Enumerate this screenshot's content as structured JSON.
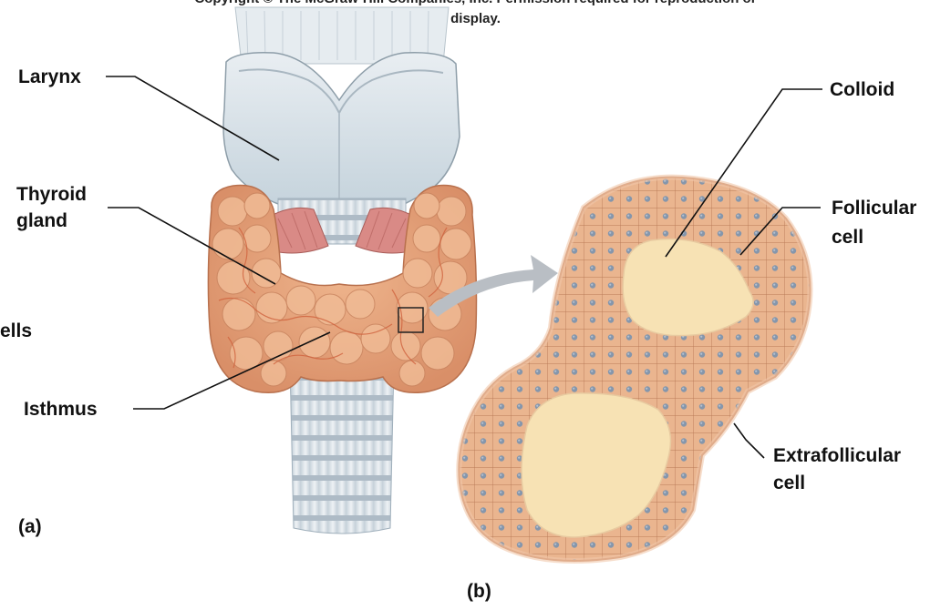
{
  "caption": {
    "line1": "Copyright © The McGraw-Hill Companies, Inc. Permission required for reproduction or",
    "line2": "display."
  },
  "labels": {
    "larynx": "Larynx",
    "thyroid_line1": "Thyroid",
    "thyroid_line2": "gland",
    "cells_partial": "ells",
    "isthmus": "Isthmus",
    "panel_a": "(a)",
    "colloid": "Colloid",
    "follicular_line1": "Follicular",
    "follicular_line2": "cell",
    "extrafollicular_line1": "Extrafollicular",
    "extrafollicular_line2": "cell",
    "panel_b": "(b)"
  },
  "colors": {
    "thyroid_tissue": "#e8a87c",
    "cartilage": "#cfdbe3",
    "muscle": "#d98a86",
    "colloid": "#f7e2b4",
    "cell_nucleus": "#8596ab",
    "arrow": "#b9bec4"
  }
}
